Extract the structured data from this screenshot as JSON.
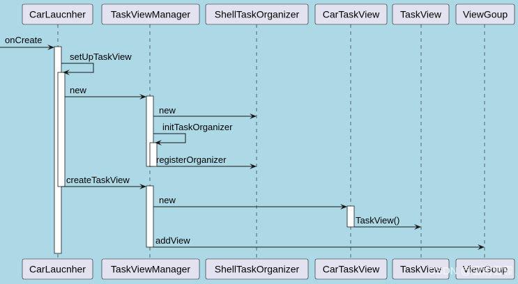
{
  "participants": [
    {
      "id": "carlauncher",
      "label": "CarLaucnher"
    },
    {
      "id": "taskviewmanager",
      "label": "TaskViewManager"
    },
    {
      "id": "shelltaskorganizer",
      "label": "ShellTaskOrganizer"
    },
    {
      "id": "cartaskview",
      "label": "CarTaskView"
    },
    {
      "id": "taskview",
      "label": "TaskView"
    },
    {
      "id": "viewgoup",
      "label": "ViewGoup"
    }
  ],
  "messages": [
    {
      "id": "oncreate",
      "from": "external",
      "to": "carlauncher",
      "label": "onCreate"
    },
    {
      "id": "setuptaskview",
      "from": "carlauncher",
      "to": "carlauncher",
      "label": "setUpTaskView",
      "self": true
    },
    {
      "id": "new-tvm",
      "from": "carlauncher",
      "to": "taskviewmanager",
      "label": "new"
    },
    {
      "id": "new-sto",
      "from": "taskviewmanager",
      "to": "shelltaskorganizer",
      "label": "new"
    },
    {
      "id": "inittaskorganizer",
      "from": "taskviewmanager",
      "to": "taskviewmanager",
      "label": "initTaskOrganizer",
      "self": true
    },
    {
      "id": "registerorganizer",
      "from": "taskviewmanager",
      "to": "shelltaskorganizer",
      "label": "registerOrganizer"
    },
    {
      "id": "createtaskview",
      "from": "carlauncher",
      "to": "taskviewmanager",
      "label": "createTaskView"
    },
    {
      "id": "new-ctv",
      "from": "taskviewmanager",
      "to": "cartaskview",
      "label": "new"
    },
    {
      "id": "taskview-ctor",
      "from": "cartaskview",
      "to": "taskview",
      "label": "TaskView()"
    },
    {
      "id": "addview",
      "from": "taskviewmanager",
      "to": "viewgoup",
      "label": "addView"
    }
  ],
  "watermark": "CSDN @雪雨雪霏"
}
